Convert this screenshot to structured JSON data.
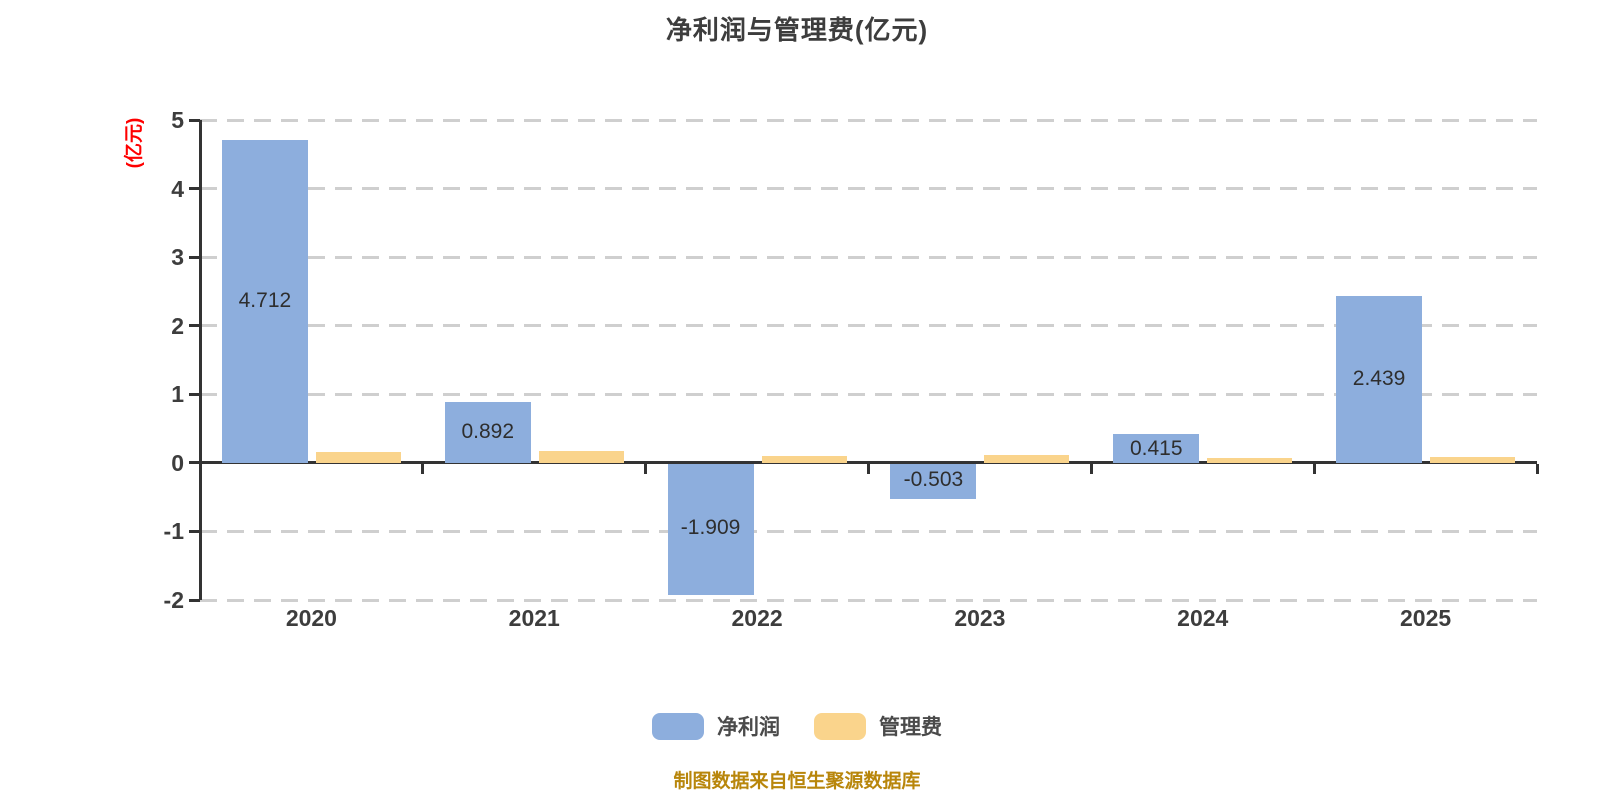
{
  "title": "净利润与管理费(亿元)",
  "y_unit_label": "(亿元)",
  "source_note": "制图数据来自恒生聚源数据库",
  "colors": {
    "net_profit_bar": "#8DAEDD",
    "management_fee_bar": "#FAD48C",
    "grid_line": "#CFCFCF",
    "axis_line": "#333333",
    "text": "#3D3D3D",
    "y_unit_label": "#FF0000",
    "source_note": "#B8860B",
    "background": "#FFFFFF"
  },
  "chart_data": {
    "type": "bar",
    "title": "净利润与管理费(亿元)",
    "y_unit": "(亿元)",
    "categories": [
      "2020",
      "2021",
      "2022",
      "2023",
      "2024",
      "2025"
    ],
    "series": [
      {
        "id": "net-profit",
        "name": "净利润",
        "color": "#8DAEDD",
        "values": [
          4.712,
          0.892,
          -1.909,
          -0.503,
          0.415,
          2.439
        ],
        "value_labels": [
          "4.712",
          "0.892",
          "-1.909",
          "-0.503",
          "0.415",
          "2.439"
        ],
        "labels_shown": true
      },
      {
        "id": "management-fee",
        "name": "管理费",
        "color": "#FAD48C",
        "values": [
          0.16,
          0.17,
          0.1,
          0.12,
          0.07,
          0.09
        ],
        "value_labels": [],
        "labels_shown": false,
        "values_estimated": true
      }
    ],
    "y_ticks": [
      5,
      4,
      3,
      2,
      1,
      0,
      -1,
      -2
    ],
    "ylim": [
      -2,
      5
    ],
    "grid": {
      "horizontal": true,
      "style": "dashed"
    },
    "legend_position": "bottom",
    "source_note": "制图数据来自恒生聚源数据库"
  }
}
